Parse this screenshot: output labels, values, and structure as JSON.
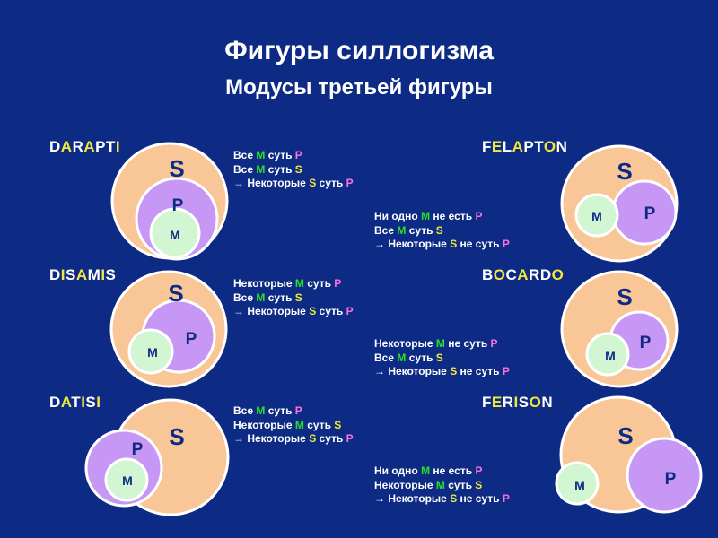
{
  "title": "Фигуры силлогизма",
  "subtitle": "Модусы третьей фигуры",
  "colors": {
    "background": "#0d2a84",
    "M": "#27e327",
    "S": "#f2e73a",
    "P": "#ff6fe0",
    "circle_S": "#f9c697",
    "circle_P": "#c697f5",
    "circle_M": "#d2f5d2"
  },
  "circle_labels": {
    "S": "S",
    "P": "P",
    "M": "M"
  },
  "moods": [
    {
      "name_parts": [
        [
          "D",
          "W"
        ],
        [
          "A",
          "S"
        ],
        [
          "R",
          "W"
        ],
        [
          "A",
          "S"
        ],
        [
          "PT",
          "W"
        ],
        [
          "I",
          "S"
        ]
      ],
      "lines": [
        [
          [
            "Все ",
            "W"
          ],
          [
            "M",
            "M"
          ],
          [
            " суть ",
            "W"
          ],
          [
            "P",
            "P"
          ]
        ],
        [
          [
            "Все ",
            "W"
          ],
          [
            "M",
            "M"
          ],
          [
            " суть ",
            "W"
          ],
          [
            "S",
            "S"
          ]
        ],
        [
          [
            "→ Некоторые ",
            "W"
          ],
          [
            "S",
            "S"
          ],
          [
            " суть ",
            "W"
          ],
          [
            "P",
            "P"
          ]
        ]
      ]
    },
    {
      "name_parts": [
        [
          "F",
          "W"
        ],
        [
          "E",
          "S"
        ],
        [
          "L",
          "W"
        ],
        [
          "A",
          "S"
        ],
        [
          "PT",
          "W"
        ],
        [
          "O",
          "S"
        ],
        [
          "N",
          "W"
        ]
      ],
      "lines": [
        [
          [
            "Ни одно ",
            "W"
          ],
          [
            "M",
            "M"
          ],
          [
            " не есть ",
            "W"
          ],
          [
            "P",
            "P"
          ]
        ],
        [
          [
            "Все ",
            "W"
          ],
          [
            "M",
            "M"
          ],
          [
            " суть ",
            "W"
          ],
          [
            "S",
            "S"
          ]
        ],
        [
          [
            "→ Некоторые ",
            "W"
          ],
          [
            "S",
            "S"
          ],
          [
            " не суть ",
            "W"
          ],
          [
            "P",
            "P"
          ]
        ]
      ]
    },
    {
      "name_parts": [
        [
          "D",
          "W"
        ],
        [
          "I",
          "S"
        ],
        [
          "S",
          "W"
        ],
        [
          "A",
          "S"
        ],
        [
          "M",
          "W"
        ],
        [
          "I",
          "S"
        ],
        [
          "S",
          "W"
        ]
      ],
      "lines": [
        [
          [
            "Некоторые ",
            "W"
          ],
          [
            "M",
            "M"
          ],
          [
            " суть ",
            "W"
          ],
          [
            "P",
            "P"
          ]
        ],
        [
          [
            "Все ",
            "W"
          ],
          [
            "M",
            "M"
          ],
          [
            " суть ",
            "W"
          ],
          [
            "S",
            "S"
          ]
        ],
        [
          [
            "→ Некоторые ",
            "W"
          ],
          [
            "S",
            "S"
          ],
          [
            " суть ",
            "W"
          ],
          [
            "P",
            "P"
          ]
        ]
      ]
    },
    {
      "name_parts": [
        [
          "B",
          "W"
        ],
        [
          "O",
          "S"
        ],
        [
          "C",
          "W"
        ],
        [
          "A",
          "S"
        ],
        [
          "RD",
          "W"
        ],
        [
          "O",
          "S"
        ]
      ],
      "lines": [
        [
          [
            "Некоторые ",
            "W"
          ],
          [
            "M",
            "M"
          ],
          [
            " не суть ",
            "W"
          ],
          [
            "P",
            "P"
          ]
        ],
        [
          [
            "Все ",
            "W"
          ],
          [
            "M",
            "M"
          ],
          [
            " суть ",
            "W"
          ],
          [
            "S",
            "S"
          ]
        ],
        [
          [
            "→ Некоторые ",
            "W"
          ],
          [
            "S",
            "S"
          ],
          [
            " не суть ",
            "W"
          ],
          [
            "P",
            "P"
          ]
        ]
      ]
    },
    {
      "name_parts": [
        [
          "D",
          "W"
        ],
        [
          "A",
          "S"
        ],
        [
          "T",
          "W"
        ],
        [
          "I",
          "S"
        ],
        [
          "S",
          "W"
        ],
        [
          "I",
          "S"
        ]
      ],
      "lines": [
        [
          [
            "Все ",
            "W"
          ],
          [
            "M",
            "M"
          ],
          [
            " суть ",
            "W"
          ],
          [
            "P",
            "P"
          ]
        ],
        [
          [
            "Некоторые ",
            "W"
          ],
          [
            "M",
            "M"
          ],
          [
            " суть ",
            "W"
          ],
          [
            "S",
            "S"
          ]
        ],
        [
          [
            "→ Некоторые ",
            "W"
          ],
          [
            "S",
            "S"
          ],
          [
            " суть ",
            "W"
          ],
          [
            "P",
            "P"
          ]
        ]
      ]
    },
    {
      "name_parts": [
        [
          "F",
          "W"
        ],
        [
          "E",
          "S"
        ],
        [
          "R",
          "W"
        ],
        [
          "I",
          "S"
        ],
        [
          "S",
          "W"
        ],
        [
          "O",
          "S"
        ],
        [
          "N",
          "W"
        ]
      ],
      "lines": [
        [
          [
            "Ни одно ",
            "W"
          ],
          [
            "M",
            "M"
          ],
          [
            " не есть ",
            "W"
          ],
          [
            "P",
            "P"
          ]
        ],
        [
          [
            "Некоторые ",
            "W"
          ],
          [
            "M",
            "M"
          ],
          [
            " суть ",
            "W"
          ],
          [
            "S",
            "S"
          ]
        ],
        [
          [
            "→ Некоторые ",
            "W"
          ],
          [
            "S",
            "S"
          ],
          [
            " не суть ",
            "W"
          ],
          [
            "P",
            "P"
          ]
        ]
      ]
    }
  ]
}
